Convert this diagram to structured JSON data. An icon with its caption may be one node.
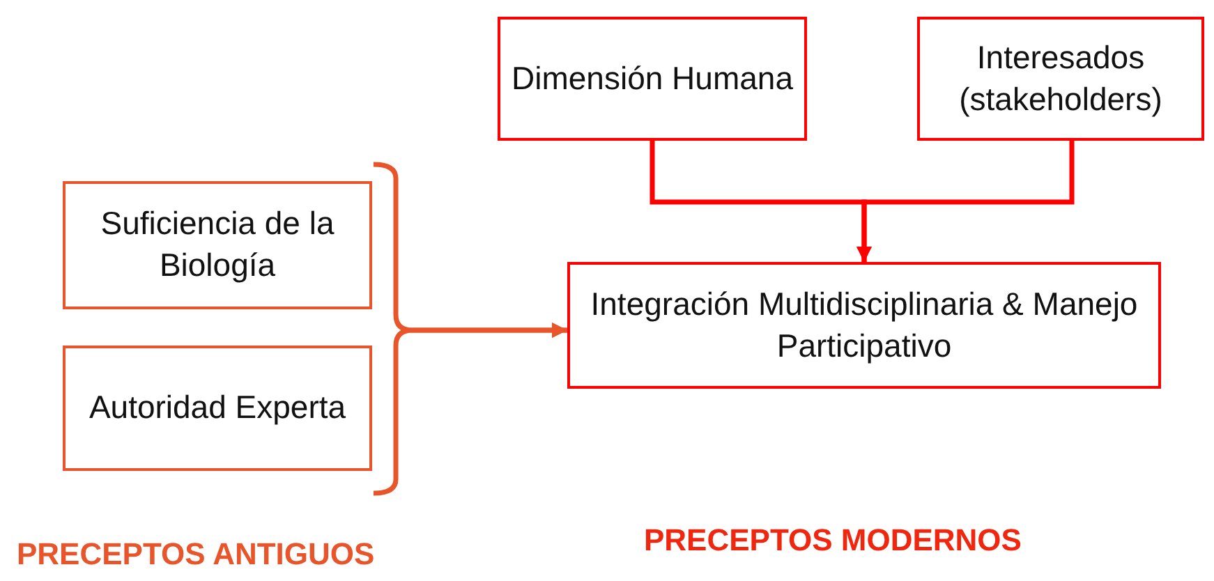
{
  "diagram": {
    "nodes": [
      {
        "text": [
          "Dimensión Humana"
        ]
      },
      {
        "text": [
          "Interesados (stakeholders)"
        ]
      },
      {
        "text": [
          "Suficiencia de la Biología"
        ]
      },
      {
        "text": [
          "Autoridad Experta"
        ]
      },
      {
        "text": [
          "Integración Multidisciplinaria & Manejo Participativo"
        ]
      }
    ],
    "edges": [
      {
        "from": 0,
        "to": 4,
        "arrow": "to",
        "color": "#ff0000"
      },
      {
        "from": 1,
        "to": 4,
        "arrow": "to",
        "color": "#ff0000"
      },
      {
        "from": 2,
        "to": 4,
        "arrow": "to",
        "color": "#e8552a"
      },
      {
        "from": 3,
        "to": 4,
        "arrow": "to",
        "color": "#e8552a"
      }
    ],
    "labels": [
      "PRECEPTOS ANTIGUOS",
      "PRECEPTOS MODERNOS"
    ]
  }
}
